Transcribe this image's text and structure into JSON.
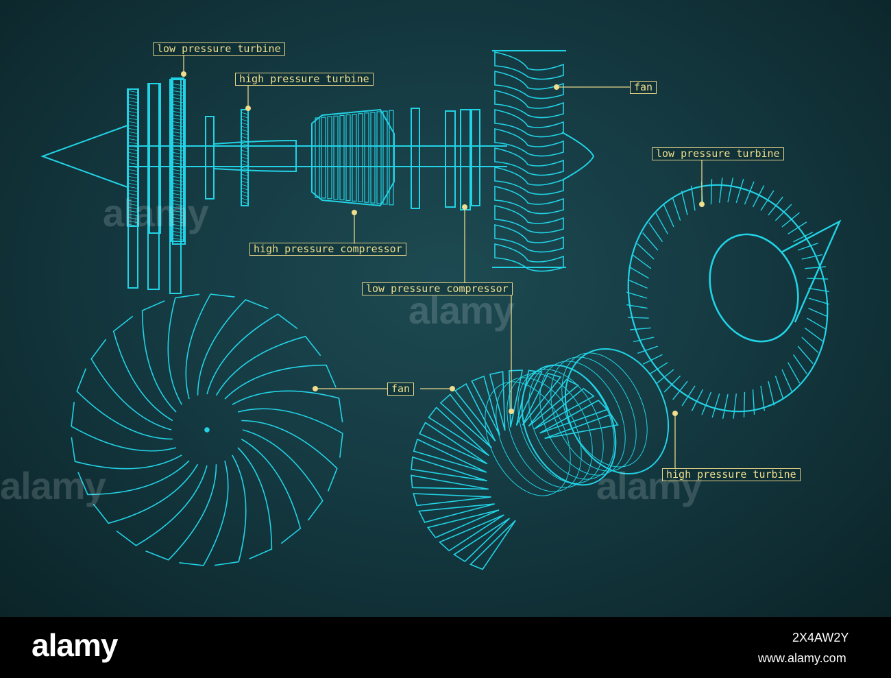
{
  "labels": {
    "top_lpt": "low pressure turbine",
    "top_hpt": "high pressure turbine",
    "top_hpc": "high pressure compressor",
    "top_fan": "fan",
    "iso_lpt": "low pressure turbine",
    "lpc": "low pressure compressor",
    "fan_left": "fan",
    "iso_hpt": "high pressure turbine"
  },
  "watermark": {
    "text": "alamy",
    "image_id": "2X4AW2Y",
    "url": "www.alamy.com"
  },
  "colors": {
    "drawing": "#22d3e6",
    "label": "#f0de8e",
    "background": "#143840",
    "footer": "#000000"
  }
}
